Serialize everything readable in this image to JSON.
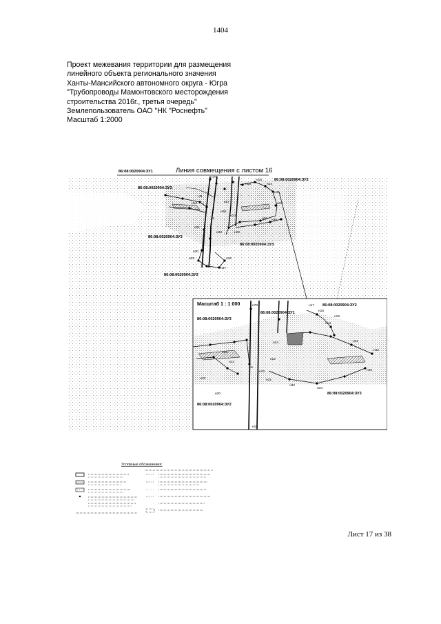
{
  "page_number": "1404",
  "title_lines": [
    "Проект межевания территории для размещения",
    "линейного объекта регионального значения",
    "Ханты-Мансийского автономного округа - Югра",
    "\"Трубопроводы Мамонтовского месторождения",
    "строительства 2016г., третья очередь\"",
    "Землепользователь ОАО \"НК \"Роснефть\"",
    "Масштаб 1:2000"
  ],
  "map": {
    "junction_line": "Линия совмещения с листом 16",
    "parcels": {
      "zu1": "86:08:0020904:ЗУ1",
      "zu2": "86:08:0020904:ЗУ2",
      "zu3": "86:08:0020904:ЗУ3"
    },
    "point_labels": [
      "н1",
      "н2",
      "н3",
      "н5",
      "н6",
      "н7",
      "н8",
      "н9",
      "н10",
      "н11",
      "н12",
      "н13",
      "н14",
      "н15",
      "н16",
      "н17",
      "н18",
      "н19",
      "н20",
      "н21",
      "н22",
      "н23",
      "н24",
      "н25",
      "н26",
      "н27",
      "н28",
      "н29",
      "н30",
      "н31",
      "н32",
      "н33",
      "н34",
      "н35",
      "н36",
      "н37",
      "н38",
      "н39",
      "н40",
      "н41",
      "н42",
      "н70"
    ]
  },
  "inset": {
    "scale_label": "Масштаб 1 : 1 000"
  },
  "legend": {
    "title": "Условные обозначения:"
  },
  "sheet_label": "Лист 17 из 38"
}
